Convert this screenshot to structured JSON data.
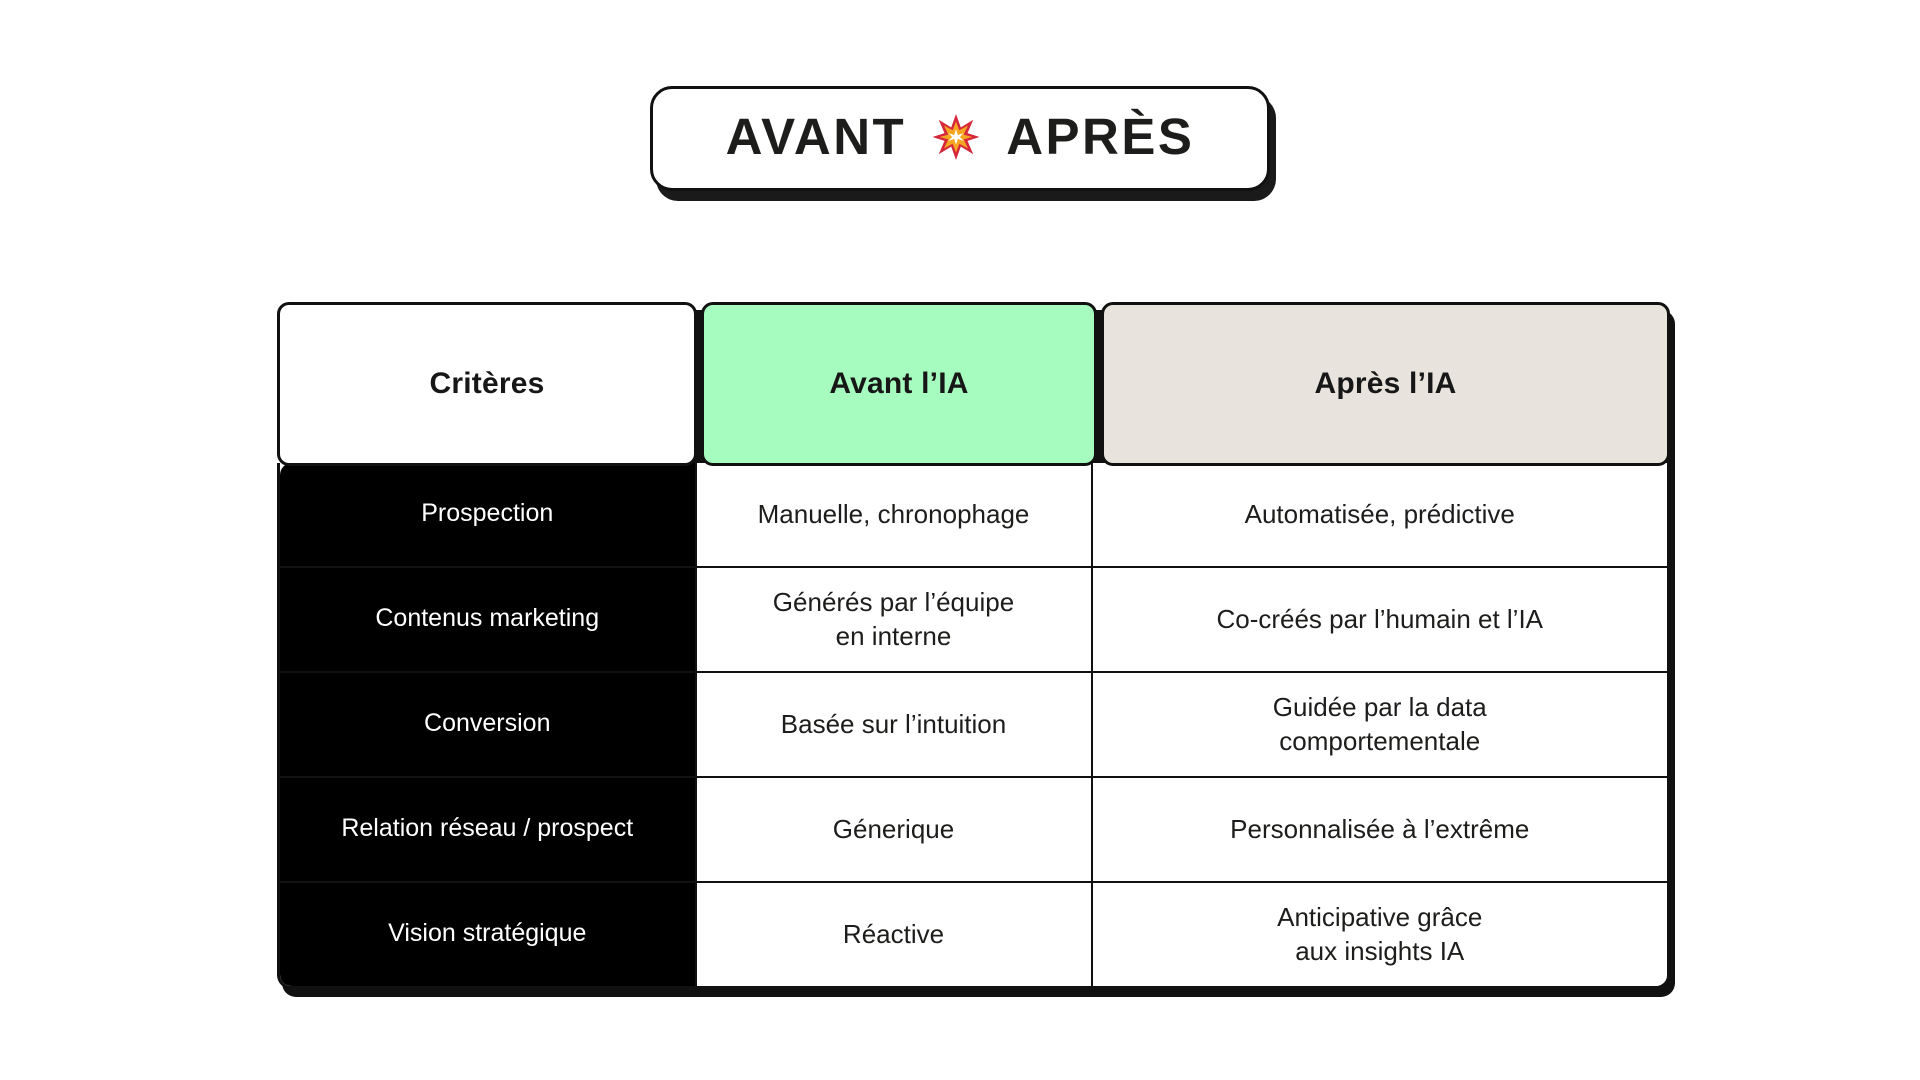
{
  "title": {
    "left_word": "AVANT",
    "right_word": "APRÈS",
    "icon": "collision-burst-icon"
  },
  "colors": {
    "accent_green": "#a6fcbe",
    "accent_beige": "#e8e3dd",
    "ink": "#111111",
    "criteria_bg": "#000000",
    "page_bg": "#ffffff",
    "burst_red": "#d6283c",
    "burst_orange": "#f5a623",
    "burst_core": "#ffffff"
  },
  "table": {
    "headers": [
      {
        "label": "Critères",
        "name": "criteria"
      },
      {
        "label": "Avant l’IA",
        "name": "before-ai"
      },
      {
        "label": "Après l’IA",
        "name": "after-ai"
      }
    ],
    "rows": [
      {
        "criteria": "Prospection",
        "before": [
          "Manuelle, chronophage"
        ],
        "after": [
          "Automatisée, prédictive"
        ]
      },
      {
        "criteria": "Contenus marketing",
        "before": [
          "Générés par l’équipe",
          "en interne"
        ],
        "after": [
          "Co-créés par l’humain et l’IA"
        ]
      },
      {
        "criteria": "Conversion",
        "before": [
          "Basée sur l’intuition"
        ],
        "after": [
          "Guidée par la data",
          "comportementale"
        ]
      },
      {
        "criteria": "Relation réseau / prospect",
        "before": [
          "Génerique"
        ],
        "after": [
          "Personnalisée à l’extrême"
        ]
      },
      {
        "criteria": "Vision stratégique",
        "before": [
          "Réactive"
        ],
        "after": [
          "Anticipative grâce",
          "aux insights IA"
        ]
      }
    ]
  }
}
